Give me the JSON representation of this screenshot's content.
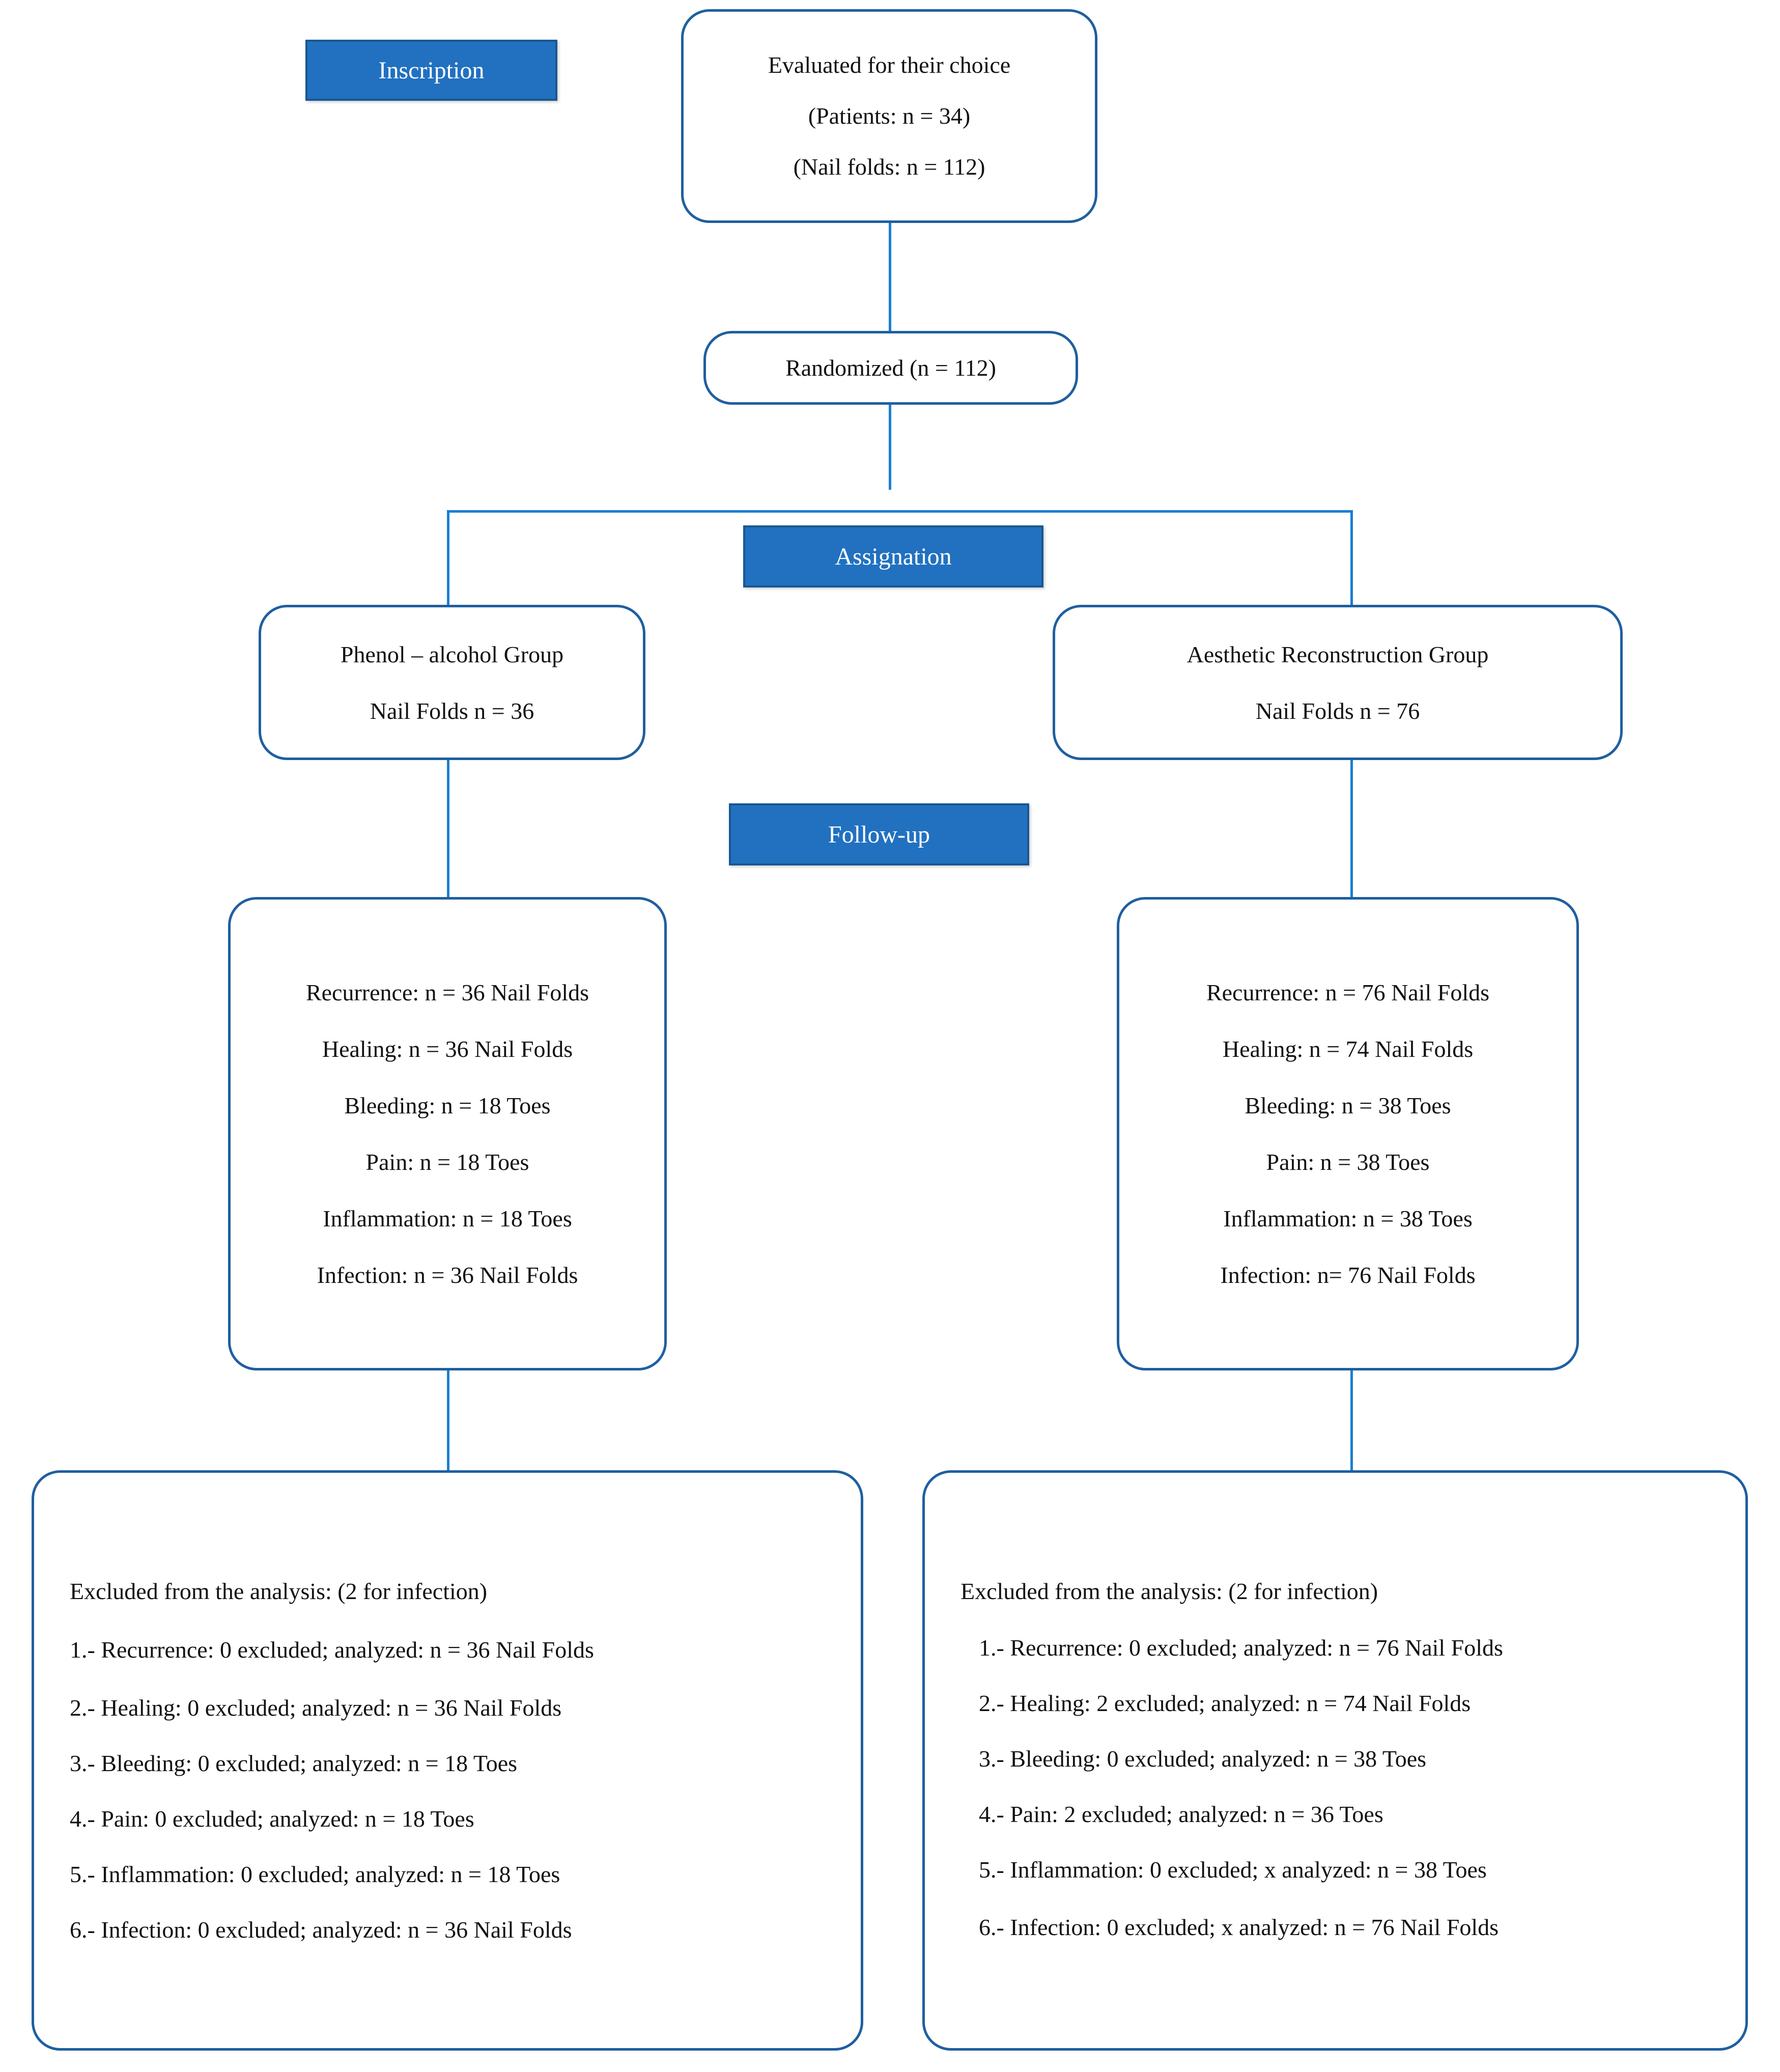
{
  "diagram": {
    "title": "CONSORT flow diagram",
    "accent_blue": "#2171c0",
    "node_border": "#1f5fa0",
    "connector": "#1b7fd0"
  },
  "stages": {
    "inscription": "Inscription",
    "assignation": "Assignation",
    "followup": "Follow-up"
  },
  "enrollment": {
    "line1": "Evaluated for their choice",
    "line2": "(Patients: n = 34)",
    "line3": "(Nail folds: n = 112)"
  },
  "randomized": {
    "label": "Randomized (n = 112)"
  },
  "groups": {
    "left": {
      "name": "Phenol – alcohol Group",
      "count": "Nail Folds n = 36"
    },
    "right": {
      "name": "Aesthetic Reconstruction Group",
      "count": "Nail Folds n = 76"
    }
  },
  "followup": {
    "left": [
      "Recurrence: n = 36 Nail Folds",
      "Healing: n = 36 Nail Folds",
      "Bleeding: n = 18 Toes",
      "Pain: n = 18 Toes",
      "Inflammation: n = 18 Toes",
      "Infection: n = 36 Nail Folds"
    ],
    "right": [
      "Recurrence: n = 76 Nail Folds",
      "Healing: n = 74 Nail Folds",
      "Bleeding: n = 38 Toes",
      "Pain: n = 38 Toes",
      "Inflammation: n = 38 Toes",
      "Infection: n= 76 Nail Folds"
    ]
  },
  "analysis": {
    "left": {
      "header": "Excluded from the analysis: (2 for infection)",
      "items": [
        "1.- Recurrence: 0 excluded; analyzed: n = 36 Nail Folds",
        "2.- Healing: 0 excluded; analyzed: n = 36 Nail Folds",
        "3.- Bleeding: 0 excluded; analyzed: n = 18 Toes",
        "4.- Pain: 0 excluded; analyzed: n = 18 Toes",
        "5.- Inflammation: 0 excluded; analyzed: n = 18 Toes",
        "6.- Infection: 0 excluded; analyzed: n = 36 Nail Folds"
      ]
    },
    "right": {
      "header": "Excluded from the analysis: (2 for infection)",
      "items": [
        "1.- Recurrence: 0 excluded; analyzed: n = 76 Nail Folds",
        "2.- Healing: 2 excluded; analyzed: n = 74 Nail Folds",
        "3.- Bleeding: 0 excluded; analyzed: n = 38 Toes",
        "4.- Pain: 2 excluded; analyzed: n = 36 Toes",
        "5.- Inflammation: 0 excluded; x analyzed: n = 38 Toes",
        "6.- Infection: 0 excluded; x analyzed: n = 76 Nail Folds"
      ]
    }
  }
}
